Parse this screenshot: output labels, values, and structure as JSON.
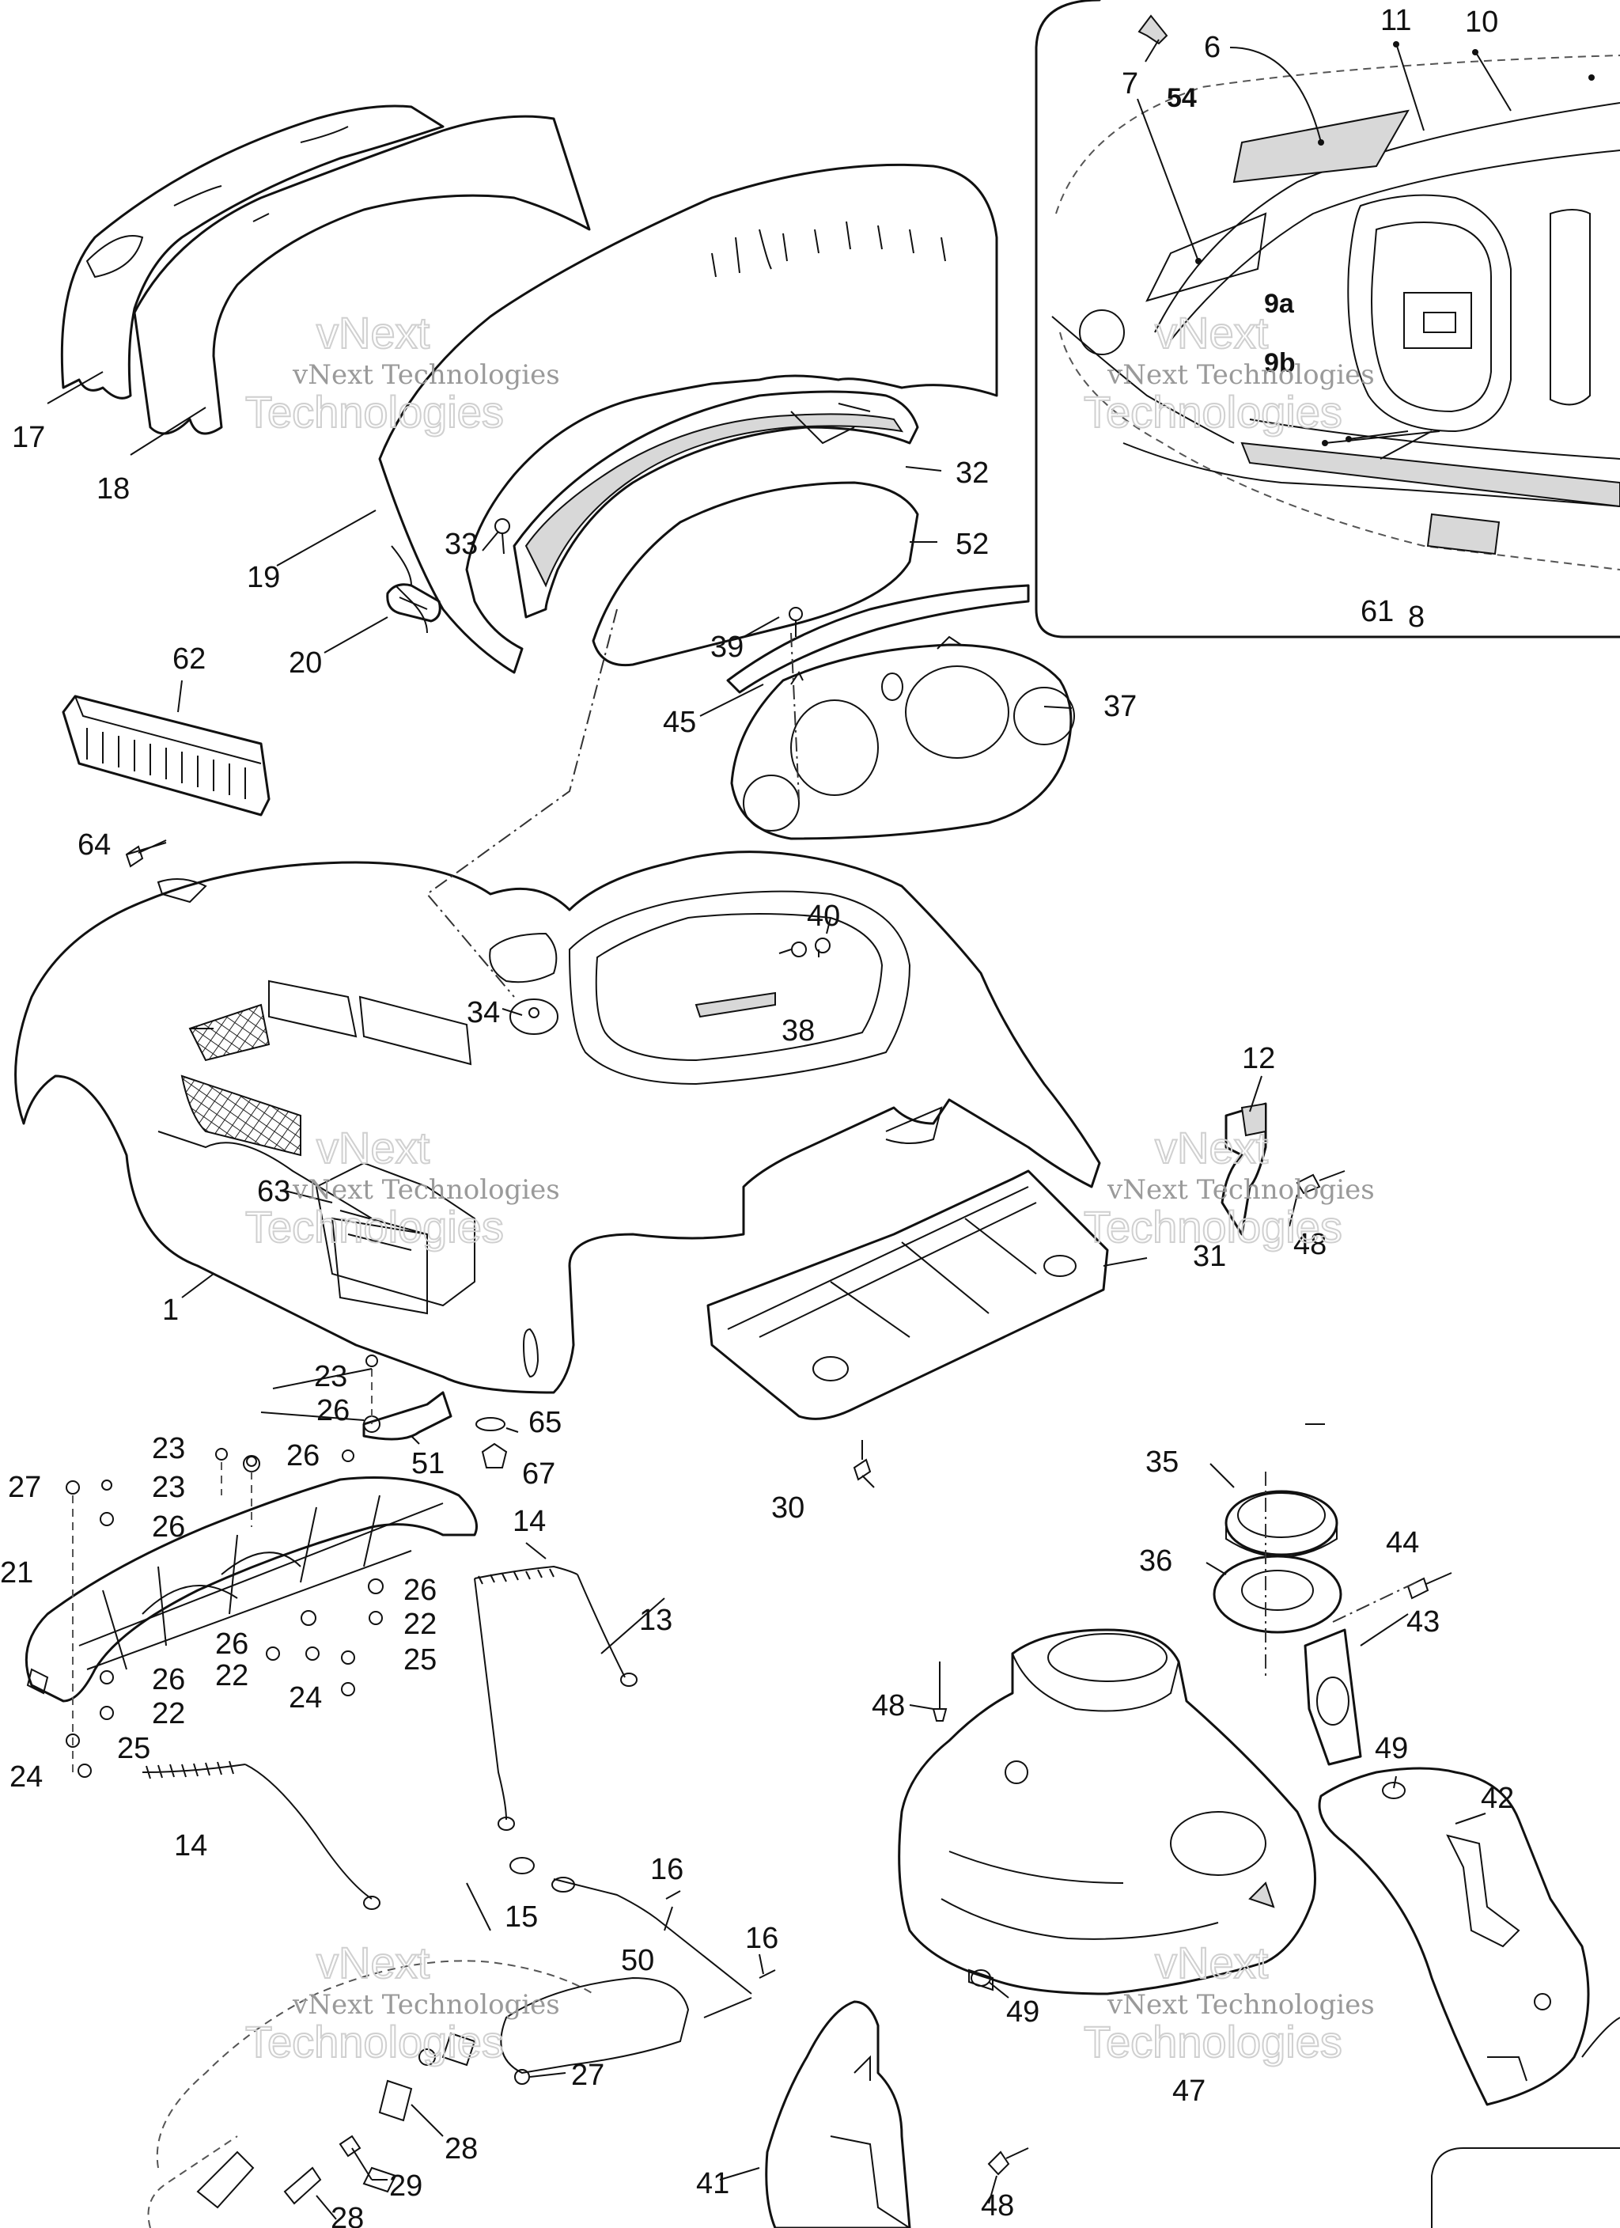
{
  "labels": [
    {
      "id": "1",
      "text": "1"
    },
    {
      "id": "6",
      "text": "6"
    },
    {
      "id": "7",
      "text": "7"
    },
    {
      "id": "8",
      "text": "8"
    },
    {
      "id": "9a",
      "text": "9a"
    },
    {
      "id": "9b",
      "text": "9b"
    },
    {
      "id": "10",
      "text": "10"
    },
    {
      "id": "11",
      "text": "11"
    },
    {
      "id": "12",
      "text": "12"
    },
    {
      "id": "13",
      "text": "13"
    },
    {
      "id": "14a",
      "text": "14"
    },
    {
      "id": "14b",
      "text": "14"
    },
    {
      "id": "15",
      "text": "15"
    },
    {
      "id": "16a",
      "text": "16"
    },
    {
      "id": "16b",
      "text": "16"
    },
    {
      "id": "17",
      "text": "17"
    },
    {
      "id": "18",
      "text": "18"
    },
    {
      "id": "19",
      "text": "19"
    },
    {
      "id": "20",
      "text": "20"
    },
    {
      "id": "21",
      "text": "21"
    },
    {
      "id": "22a",
      "text": "22"
    },
    {
      "id": "22b",
      "text": "22"
    },
    {
      "id": "22c",
      "text": "22"
    },
    {
      "id": "23a",
      "text": "23"
    },
    {
      "id": "23b",
      "text": "23"
    },
    {
      "id": "23c",
      "text": "23"
    },
    {
      "id": "24a",
      "text": "24"
    },
    {
      "id": "24b",
      "text": "24"
    },
    {
      "id": "25a",
      "text": "25"
    },
    {
      "id": "25b",
      "text": "25"
    },
    {
      "id": "26a",
      "text": "26"
    },
    {
      "id": "26b",
      "text": "26"
    },
    {
      "id": "26c",
      "text": "26"
    },
    {
      "id": "26d",
      "text": "26"
    },
    {
      "id": "26e",
      "text": "26"
    },
    {
      "id": "26f",
      "text": "26"
    },
    {
      "id": "27a",
      "text": "27"
    },
    {
      "id": "27b",
      "text": "27"
    },
    {
      "id": "28a",
      "text": "28"
    },
    {
      "id": "28b",
      "text": "28"
    },
    {
      "id": "29",
      "text": "29"
    },
    {
      "id": "30",
      "text": "30"
    },
    {
      "id": "31",
      "text": "31"
    },
    {
      "id": "32",
      "text": "32"
    },
    {
      "id": "33",
      "text": "33"
    },
    {
      "id": "34",
      "text": "34"
    },
    {
      "id": "35",
      "text": "35"
    },
    {
      "id": "36",
      "text": "36"
    },
    {
      "id": "37",
      "text": "37"
    },
    {
      "id": "38",
      "text": "38"
    },
    {
      "id": "39",
      "text": "39"
    },
    {
      "id": "40",
      "text": "40"
    },
    {
      "id": "41",
      "text": "41"
    },
    {
      "id": "42",
      "text": "42"
    },
    {
      "id": "43",
      "text": "43"
    },
    {
      "id": "44",
      "text": "44"
    },
    {
      "id": "45",
      "text": "45"
    },
    {
      "id": "47",
      "text": "47"
    },
    {
      "id": "48a",
      "text": "48"
    },
    {
      "id": "48b",
      "text": "48"
    },
    {
      "id": "48c",
      "text": "48"
    },
    {
      "id": "49a",
      "text": "49"
    },
    {
      "id": "49b",
      "text": "49"
    },
    {
      "id": "50",
      "text": "50"
    },
    {
      "id": "51",
      "text": "51"
    },
    {
      "id": "52",
      "text": "52"
    },
    {
      "id": "54",
      "text": "54"
    },
    {
      "id": "61",
      "text": "61"
    },
    {
      "id": "62",
      "text": "62"
    },
    {
      "id": "63",
      "text": "63"
    },
    {
      "id": "64",
      "text": "64"
    },
    {
      "id": "65",
      "text": "65"
    },
    {
      "id": "67",
      "text": "67"
    }
  ],
  "watermark": {
    "line1": "vNext Technologies",
    "line2": "vNext",
    "line3": "Technologies"
  }
}
